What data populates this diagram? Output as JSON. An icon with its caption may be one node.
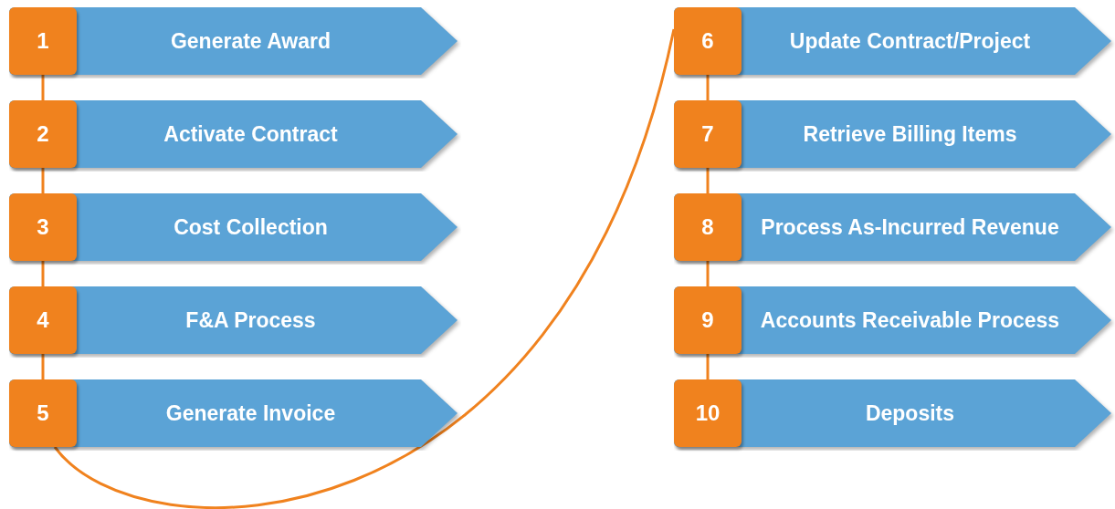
{
  "diagram": {
    "nodes": [
      {
        "text": [
          "1",
          "Generate Award"
        ]
      },
      {
        "text": [
          "2",
          "Activate Contract"
        ]
      },
      {
        "text": [
          "3",
          "Cost Collection"
        ]
      },
      {
        "text": [
          "4",
          "F&A Process"
        ]
      },
      {
        "text": [
          "5",
          "Generate Invoice"
        ]
      },
      {
        "text": [
          "6",
          "Update Contract/Project"
        ]
      },
      {
        "text": [
          "7",
          "Retrieve Billing Items"
        ]
      },
      {
        "text": [
          "8",
          "Process As-Incurred Revenue"
        ]
      },
      {
        "text": [
          "9",
          "Accounts Receivable Process"
        ]
      },
      {
        "text": [
          "10",
          "Deposits"
        ]
      }
    ],
    "edges": [
      {
        "from": 0,
        "to": 1,
        "arrow": "none"
      },
      {
        "from": 1,
        "to": 2,
        "arrow": "none"
      },
      {
        "from": 2,
        "to": 3,
        "arrow": "none"
      },
      {
        "from": 3,
        "to": 4,
        "arrow": "none"
      },
      {
        "from": 4,
        "to": 5,
        "arrow": "none"
      },
      {
        "from": 5,
        "to": 6,
        "arrow": "none"
      },
      {
        "from": 6,
        "to": 7,
        "arrow": "none"
      },
      {
        "from": 7,
        "to": 8,
        "arrow": "none"
      },
      {
        "from": 8,
        "to": 9,
        "arrow": "none"
      }
    ]
  }
}
